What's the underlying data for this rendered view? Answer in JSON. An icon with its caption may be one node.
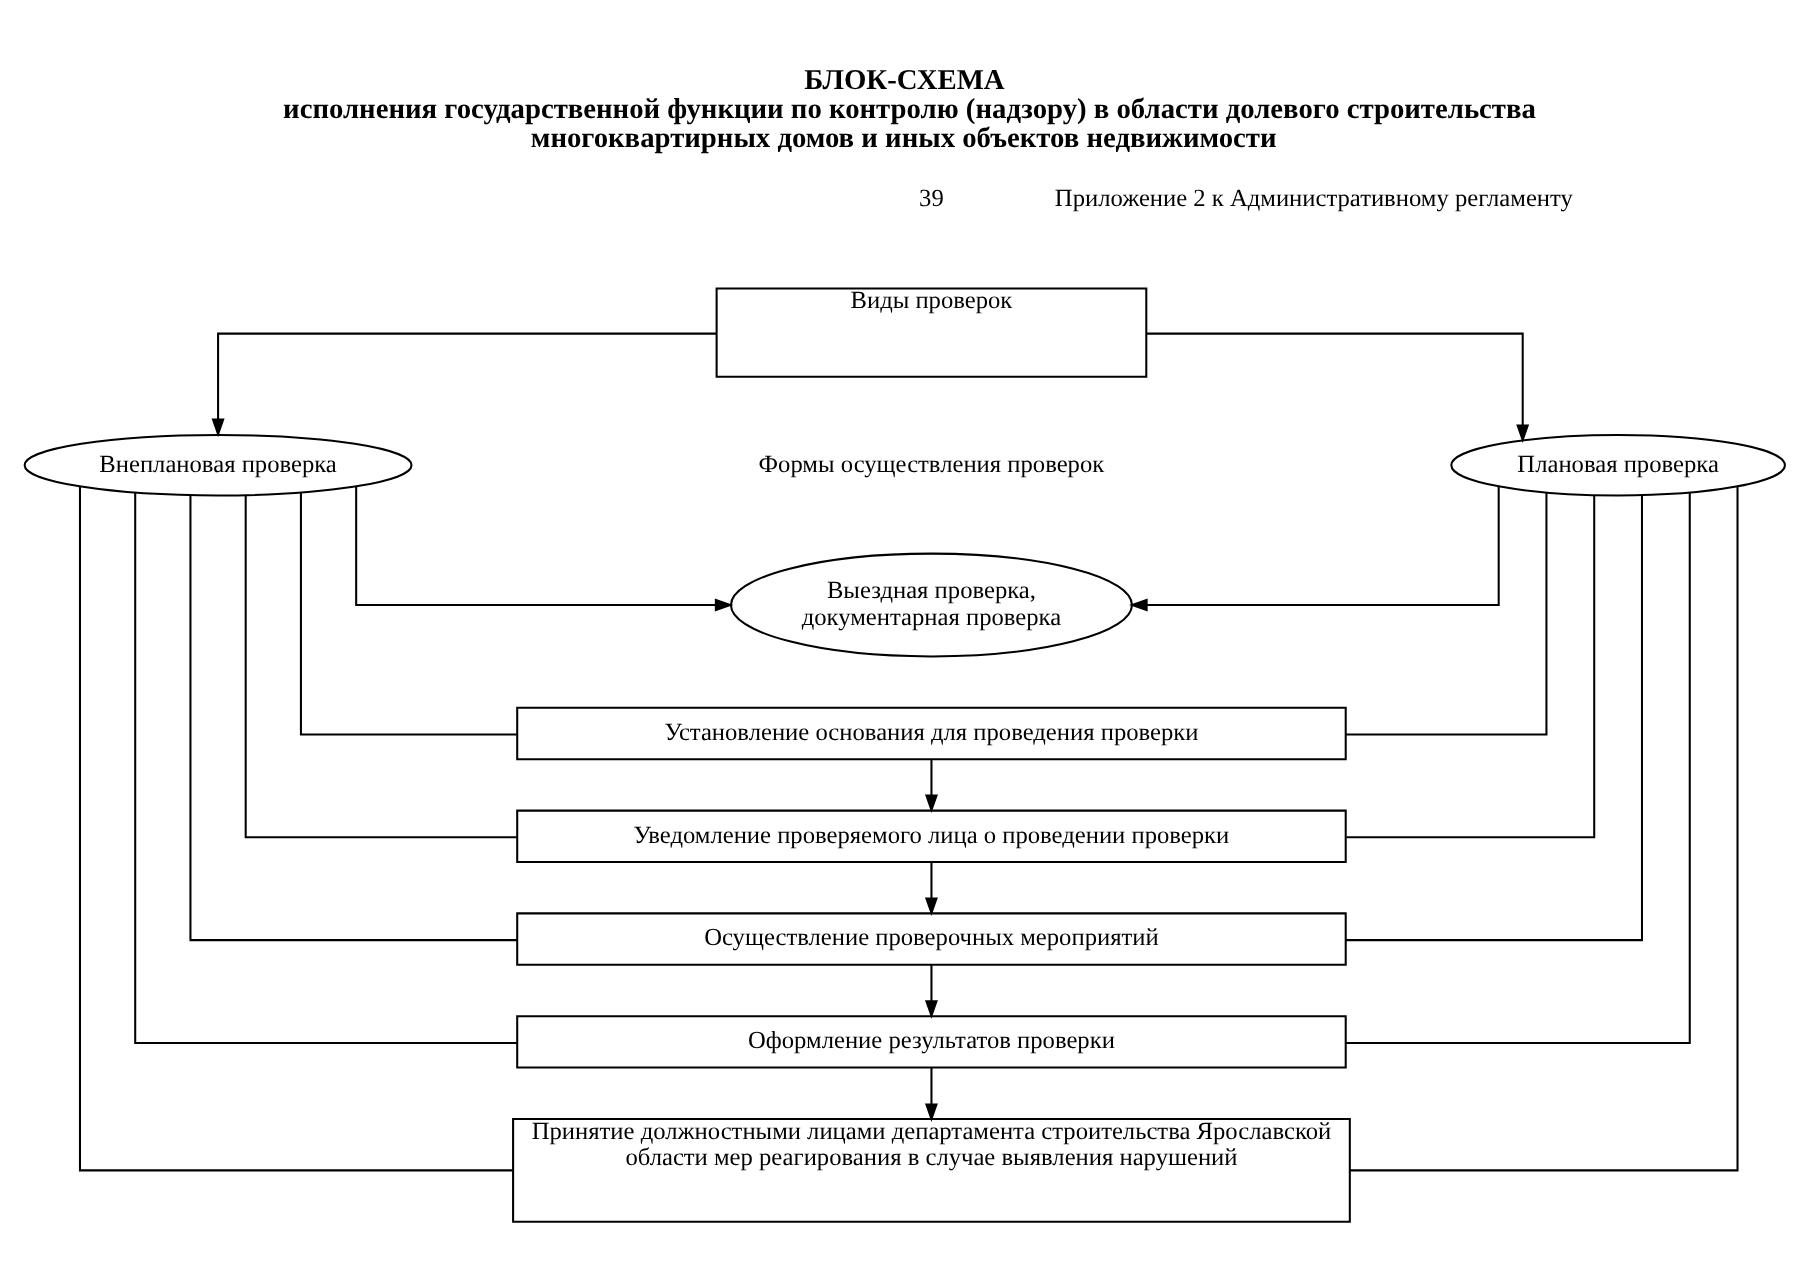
{
  "diagram": {
    "title": "БЛОК-СХЕМА исполнения государственной функции по контролю (надзору) в области долевого строительства многоквартирных домов и иных объектов недвижимости",
    "nodes": [
      {
        "text": [
          "Виды проверок"
        ]
      },
      {
        "text": [
          "Внеплановая проверка"
        ]
      },
      {
        "text": [
          "Плановая проверка"
        ]
      },
      {
        "text": [
          "Выездная проверка, документарная проверка"
        ]
      },
      {
        "text": [
          "Установление основания для проведения проверки"
        ]
      },
      {
        "text": [
          "Уведомление проверяемого лица о проведении проверки"
        ]
      },
      {
        "text": [
          "Осуществление проверочных мероприятий"
        ]
      },
      {
        "text": [
          "Оформление результатов проверки"
        ]
      },
      {
        "text": [
          "Принятие должностными лицами департамента строительства Ярославской области мер реагирования в случае выявления нарушений"
        ]
      }
    ],
    "edges": [
      {
        "from": 0,
        "to": 1,
        "arrow": "to"
      },
      {
        "from": 0,
        "to": 2,
        "arrow": "to"
      },
      {
        "from": 1,
        "to": 3,
        "arrow": "to"
      },
      {
        "from": 2,
        "to": 3,
        "arrow": "to"
      },
      {
        "from": 1,
        "to": 4,
        "arrow": "none"
      },
      {
        "from": 1,
        "to": 5,
        "arrow": "none"
      },
      {
        "from": 1,
        "to": 6,
        "arrow": "none"
      },
      {
        "from": 1,
        "to": 7,
        "arrow": "none"
      },
      {
        "from": 1,
        "to": 8,
        "arrow": "none"
      },
      {
        "from": 2,
        "to": 4,
        "arrow": "none"
      },
      {
        "from": 2,
        "to": 5,
        "arrow": "none"
      },
      {
        "from": 2,
        "to": 6,
        "arrow": "none"
      },
      {
        "from": 2,
        "to": 7,
        "arrow": "none"
      },
      {
        "from": 2,
        "to": 8,
        "arrow": "none"
      },
      {
        "from": 4,
        "to": 5,
        "arrow": "to"
      },
      {
        "from": 5,
        "to": 6,
        "arrow": "to"
      },
      {
        "from": 6,
        "to": 7,
        "arrow": "to"
      },
      {
        "from": 7,
        "to": 8,
        "arrow": "to"
      }
    ],
    "labels": [
      "39",
      "Приложение 2 к Административному регламенту",
      "Формы осуществления проверок"
    ]
  }
}
